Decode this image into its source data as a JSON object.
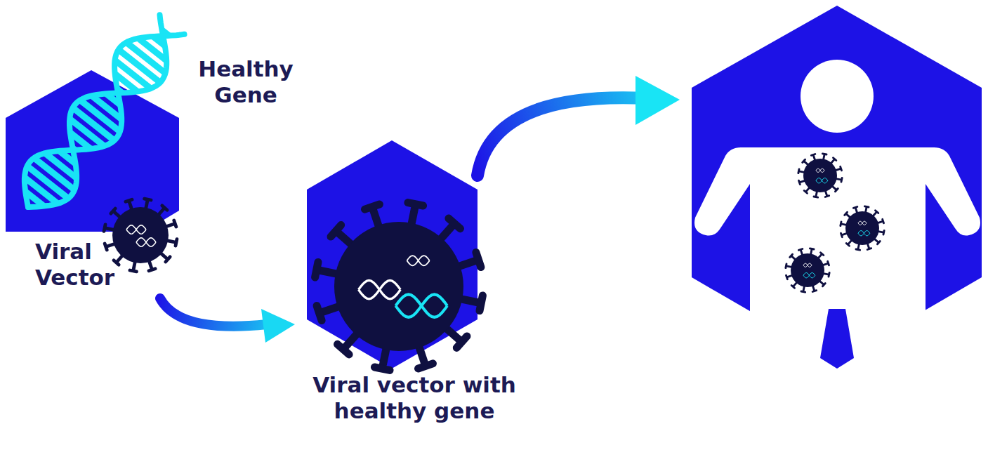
{
  "diagram": {
    "labels": [
      "Healthy Gene",
      "Viral Vector",
      "Viral vector with healthy gene"
    ]
  }
}
